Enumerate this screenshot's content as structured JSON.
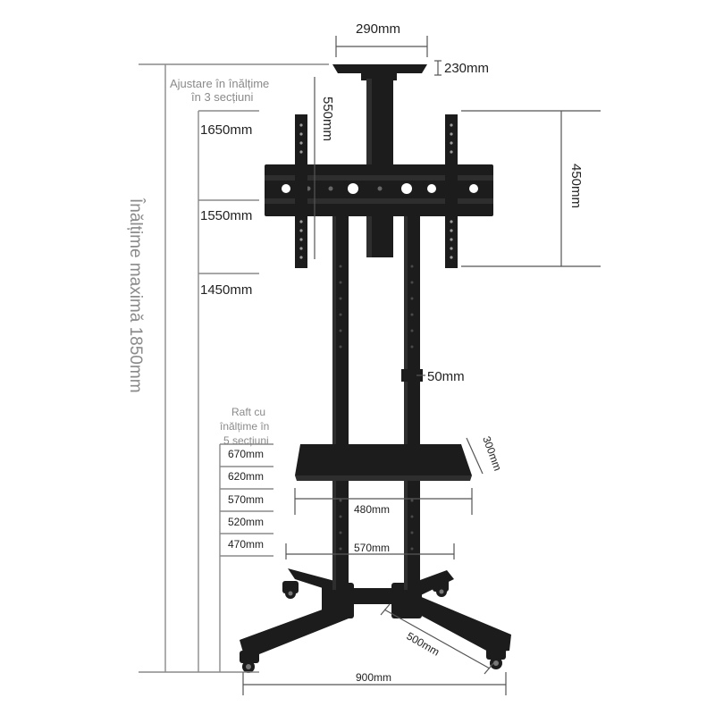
{
  "labels": {
    "top_width": "290mm",
    "top_tray_height": "230mm",
    "column_sections_title_1": "Ajustare în înălțime",
    "column_sections_title_2": "în 3 secțiuni",
    "bracket_height": "550mm",
    "h1650": "1650mm",
    "h1550": "1550mm",
    "h1450": "1450mm",
    "vesa_height": "450mm",
    "max_height": "Înălțime maximă 1850mm",
    "tube_width": "50mm",
    "shelf_title_1": "Raft cu",
    "shelf_title_2": "înălțime în",
    "shelf_title_3": "5 secțiuni",
    "s670": "670mm",
    "s620": "620mm",
    "s570": "570mm",
    "s520": "520mm",
    "s470": "470mm",
    "shelf_depth": "300mm",
    "shelf_width": "480mm",
    "base_inner_width": "570mm",
    "base_depth": "500mm",
    "base_width": "900mm"
  }
}
